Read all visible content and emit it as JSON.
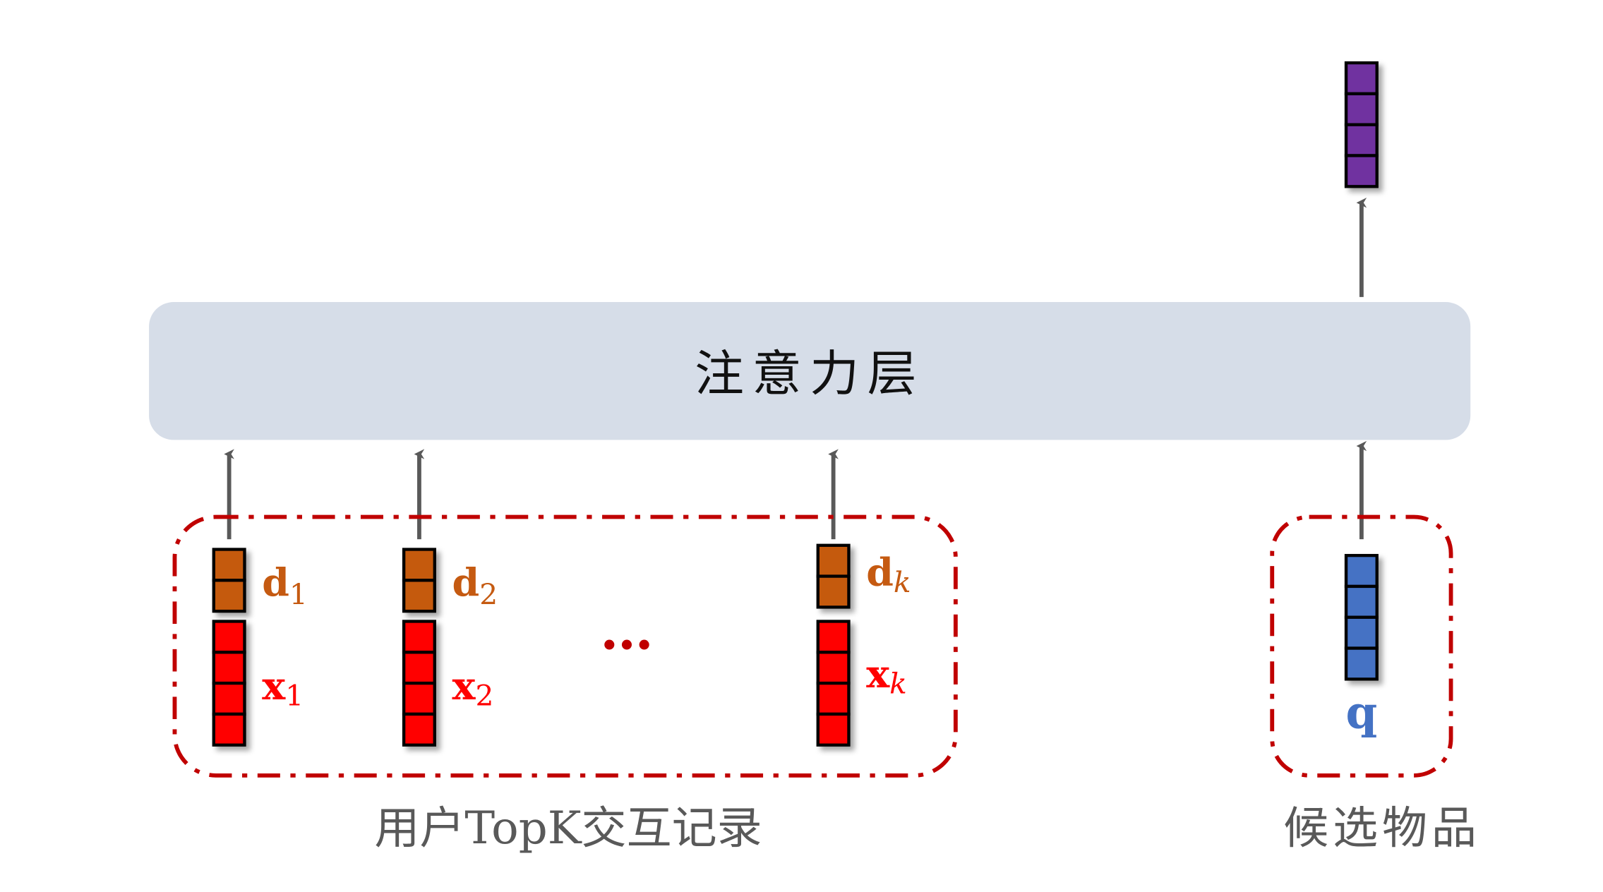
{
  "attention_layer": {
    "label": "注意力层"
  },
  "user_history": {
    "caption": "用户TopK交互记录",
    "ellipsis": "…",
    "items": [
      {
        "d_base": "d",
        "d_sub": "1",
        "x_base": "x",
        "x_sub": "1"
      },
      {
        "d_base": "d",
        "d_sub": "2",
        "x_base": "x",
        "x_sub": "2"
      },
      {
        "d_base": "d",
        "d_sub": "k",
        "x_base": "x",
        "x_sub": "k"
      }
    ]
  },
  "candidate": {
    "caption": "候选物品",
    "label": "q"
  },
  "colors": {
    "d_vector": "#c55a11",
    "x_vector": "#ff0000",
    "q_vector": "#4472c4",
    "output_vector": "#7030a0",
    "dashed_border": "#c00000",
    "attention_fill": "#d6dde8",
    "arrow": "#595959",
    "caption": "#595959"
  }
}
